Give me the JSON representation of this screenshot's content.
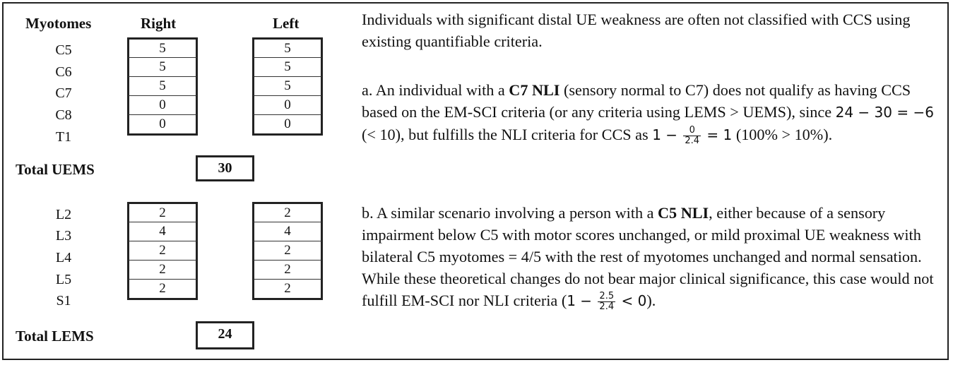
{
  "table": {
    "headers": {
      "myotomes": "Myotomes",
      "right": "Right",
      "left": "Left"
    },
    "ue_rows": [
      {
        "label": "C5",
        "right": "5",
        "left": "5"
      },
      {
        "label": "C6",
        "right": "5",
        "left": "5"
      },
      {
        "label": "C7",
        "right": "5",
        "left": "5"
      },
      {
        "label": "C8",
        "right": "0",
        "left": "0"
      },
      {
        "label": "T1",
        "right": "0",
        "left": "0"
      }
    ],
    "total_uems_label": "Total UEMS",
    "total_uems_value": "30",
    "le_rows": [
      {
        "label": "L2",
        "right": "2",
        "left": "2"
      },
      {
        "label": "L3",
        "right": "4",
        "left": "4"
      },
      {
        "label": "L4",
        "right": "2",
        "left": "2"
      },
      {
        "label": "L5",
        "right": "2",
        "left": "2"
      },
      {
        "label": "S1",
        "right": "2",
        "left": "2"
      }
    ],
    "total_lems_label": "Total LEMS",
    "total_lems_value": "24"
  },
  "text": {
    "intro": "Individuals with significant distal UE weakness are often not classified with CCS using existing quantifiable criteria.",
    "a": {
      "p1": "a. An individual with a ",
      "b1": "C7 NLI",
      "p2": " (sensory normal to C7) does not qualify as having CCS based on the EM-SCI criteria (or any criteria using LEMS > UEMS), since ",
      "m1": "24 − 30 = −6",
      "p3": " (< 10), but fulfills the NLI criteria for CCS as ",
      "m2a": "1 − ",
      "f_num": "0",
      "f_den": "2.4",
      "m2b": " = 1",
      "p4": " (100% > 10%)."
    },
    "b": {
      "p1": "b. A similar scenario involving a person with a ",
      "b1": "C5 NLI",
      "p2": ", either because of a sensory impairment below C5 with motor scores unchanged, or mild proximal UE weakness with bilateral C5 myotomes = 4/5 with the rest of myotomes unchanged and normal sensation.",
      "p3": "While these theoretical changes do not bear major clinical significance, this case would not fulfill EM-SCI nor NLI criteria (",
      "m1a": "1 − ",
      "f_num": "2.5",
      "f_den": "2.4",
      "m1b": " < 0",
      "p4": ")."
    }
  }
}
